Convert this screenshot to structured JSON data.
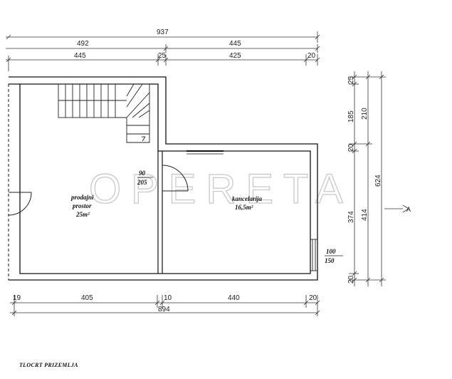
{
  "drawing": {
    "caption": "TLOCRT PRIZEMLJA",
    "watermark": "OPERETA"
  },
  "dimensions": {
    "top_total": "937",
    "top_left": "492",
    "top_right": "445",
    "top_seg1": "445",
    "top_seg2": "25",
    "top_seg3": "425",
    "top_seg4": "20",
    "bottom_seg1": "19",
    "bottom_seg2": "405",
    "bottom_seg3": "10",
    "bottom_seg4": "440",
    "bottom_seg5": "20",
    "bottom_total": "894",
    "right_inner_1": "25",
    "right_inner_2": "185",
    "right_inner_3": "20",
    "right_inner_4": "374",
    "right_inner_5": "20",
    "right_mid_1": "210",
    "right_mid_2": "414",
    "right_total": "624"
  },
  "rooms": {
    "sales_line1": "prodajni",
    "sales_line2": "prostor",
    "sales_area": "25m²",
    "office_name": "kancelarija",
    "office_area": "16,5m²"
  },
  "openings": {
    "door_width": "90",
    "door_height": "205",
    "window_width": "100",
    "window_height": "150"
  },
  "markers": {
    "section_label": "A"
  }
}
